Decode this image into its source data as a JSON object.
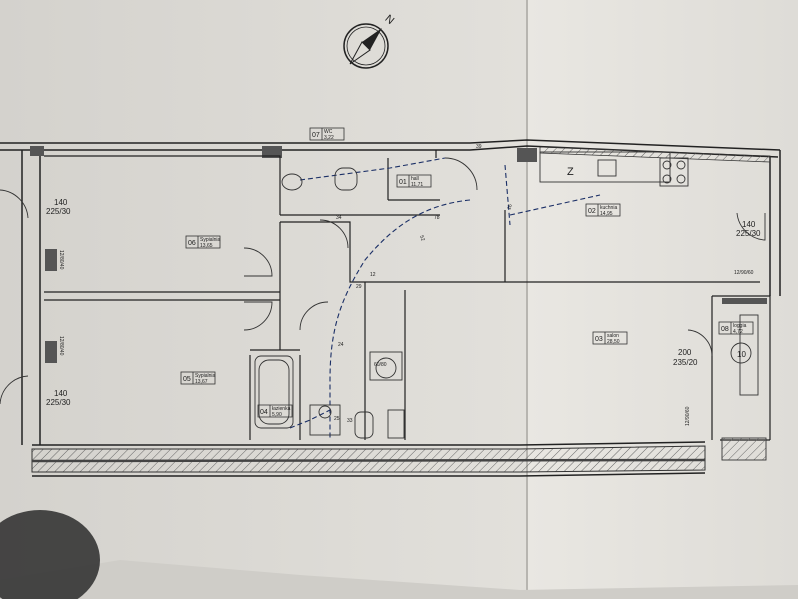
{
  "compass": {
    "label": "N"
  },
  "rooms": [
    {
      "id": "r07",
      "number": "07",
      "name": "WC",
      "area": "3,22"
    },
    {
      "id": "r01",
      "number": "01",
      "name": "hall",
      "area": "11,71"
    },
    {
      "id": "r02",
      "number": "02",
      "name": "kuchnia",
      "area": "14,95"
    },
    {
      "id": "r06",
      "number": "06",
      "name": "Sypialnia",
      "area": "13,65"
    },
    {
      "id": "r05",
      "number": "05",
      "name": "Sypialnia",
      "area": "13,67"
    },
    {
      "id": "r04",
      "number": "04",
      "name": "łazienka",
      "area": "5,90"
    },
    {
      "id": "r03",
      "number": "03",
      "name": "salon",
      "area": "28,50"
    },
    {
      "id": "r08",
      "number": "08",
      "name": "loggia",
      "area": "4,72"
    }
  ],
  "labels": {
    "window_left_top_w": "140",
    "window_left_top_h": "225/30",
    "window_left_bot_w": "140",
    "window_left_bot_h": "225/30",
    "window_right_w": "140",
    "window_right_h": "225/30",
    "door_left_top": "12/80/40",
    "door_left_bot": "12/80/40",
    "door_right": "12/90/60",
    "door_right_bottom": "12/90/60",
    "balcony_w": "200",
    "balcony_h": "235/20",
    "shower": "60/80",
    "kitchen_z": "Z",
    "loggia_number": "10",
    "dim_39": "39",
    "dim_34": "34",
    "dim_78": "78",
    "dim_24": "24",
    "dim_29": "29",
    "dim_25": "25",
    "dim_33": "33",
    "dim_52": "52",
    "dim_16": "16",
    "dim_12": "12"
  }
}
